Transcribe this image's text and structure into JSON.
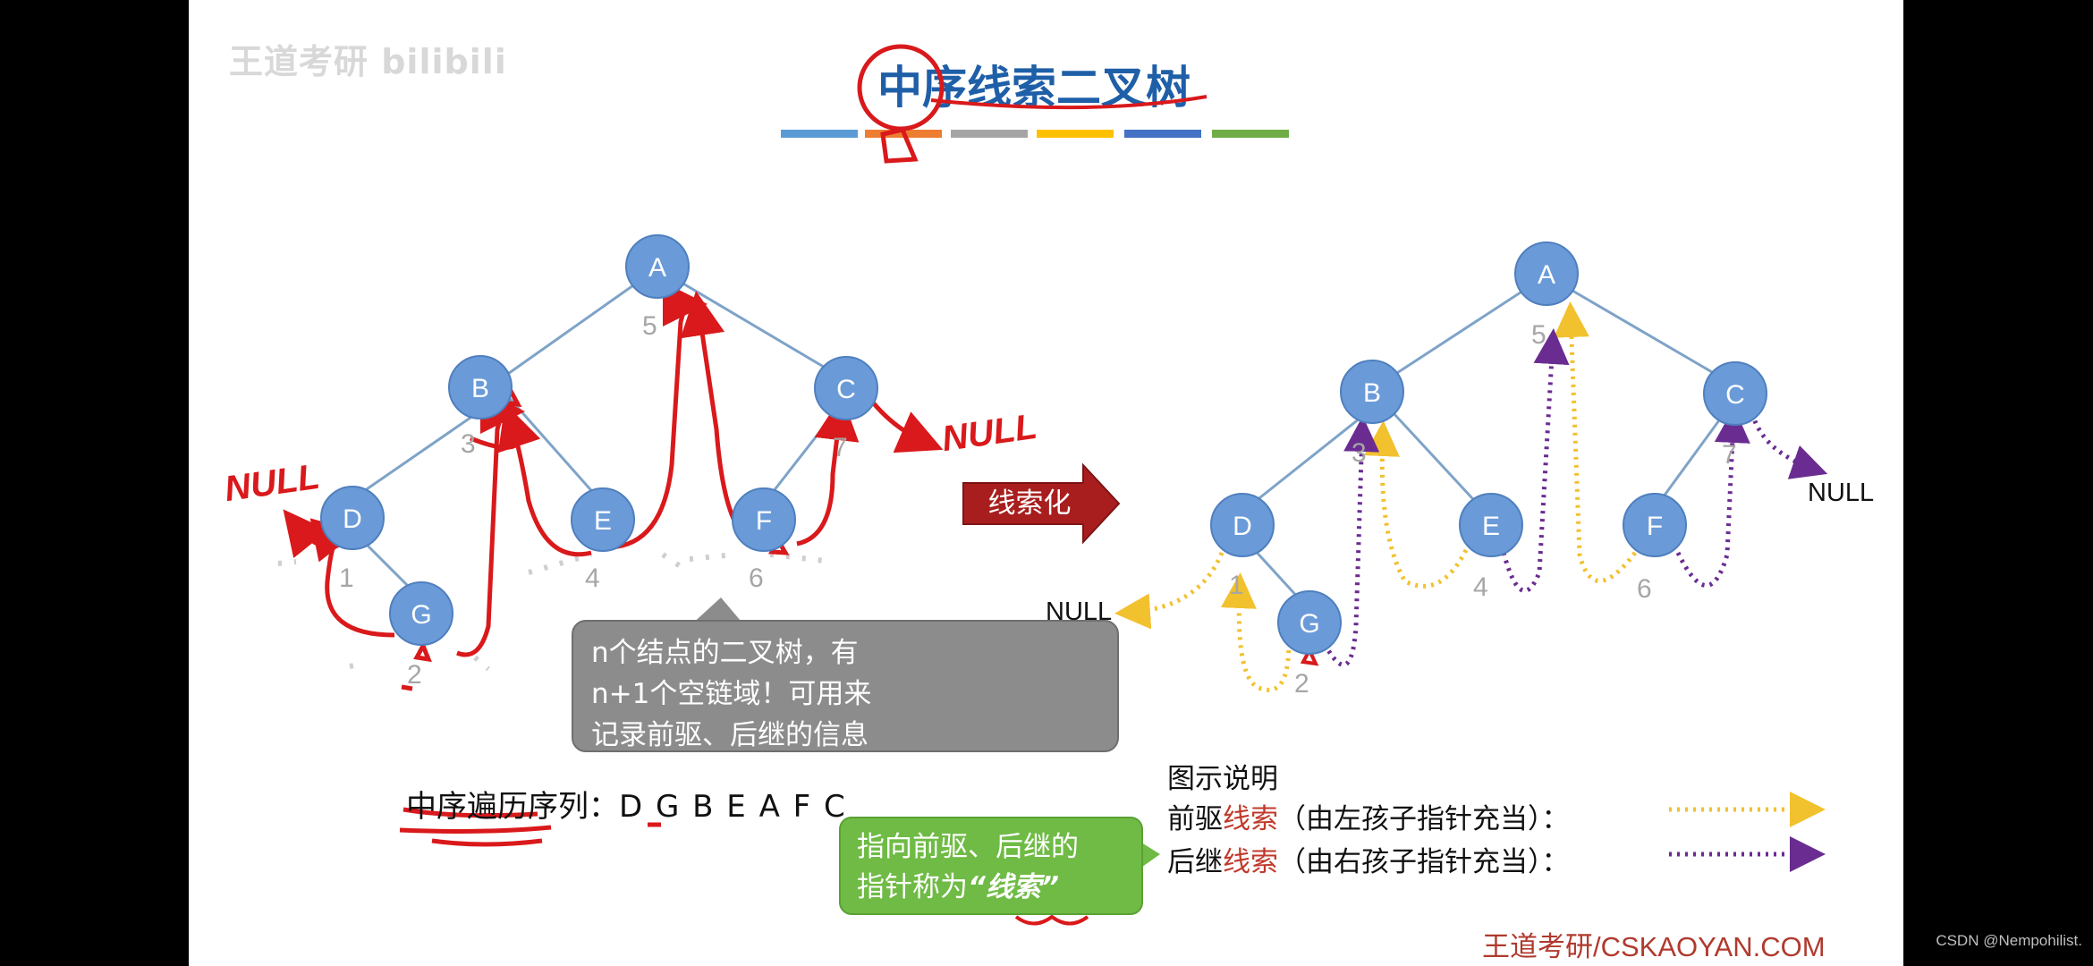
{
  "watermark": "王道考研 bilibili",
  "title": "中序线索二叉树",
  "color_bar": [
    "#5b9bd5",
    "#ed7d31",
    "#a5a5a5",
    "#ffc000",
    "#4472c4",
    "#70ad47"
  ],
  "left_tree": {
    "nodes": [
      "A",
      "B",
      "C",
      "D",
      "E",
      "F",
      "G"
    ],
    "order_indices": [
      "1",
      "2",
      "3",
      "4",
      "5",
      "6",
      "7"
    ],
    "handwritten_null_left": "NULL",
    "handwritten_null_right": "NULL"
  },
  "callout_gray": {
    "lines": [
      "n个结点的二叉树，有",
      "n+1个空链域！可用来",
      "记录前驱、后继的信息"
    ]
  },
  "arrow_label": "线索化",
  "sequence": {
    "label": "中序遍历序列：",
    "values": "D G B E A F C"
  },
  "right_tree": {
    "nodes": [
      "A",
      "B",
      "C",
      "D",
      "E",
      "F",
      "G"
    ],
    "order_indices": [
      "1",
      "2",
      "3",
      "4",
      "5",
      "6",
      "7"
    ],
    "null_left": "NULL",
    "null_right": "NULL"
  },
  "callout_green": {
    "line1": "指向前驱、后继的",
    "line2_prefix": "指针称为",
    "line2_emph": "“线索”"
  },
  "legend": {
    "title": "图示说明",
    "pred_prefix": "前驱",
    "pred_red": "线索",
    "pred_suffix": "（由左孩子指针充当）：",
    "succ_prefix": "后继",
    "succ_red": "线索",
    "succ_suffix": "（由右孩子指针充当）：",
    "pred_color": "#f2c12e",
    "succ_color": "#6a2c91"
  },
  "footer": "王道考研/CSKAOYAN.COM",
  "csdn_tag": "CSDN @Nempohilist."
}
